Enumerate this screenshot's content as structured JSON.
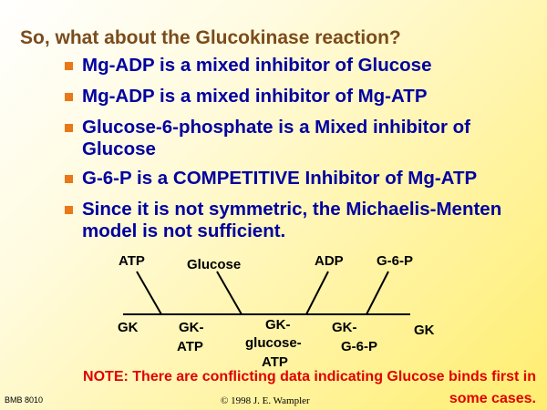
{
  "title": "So, what about the Glucokinase reaction?",
  "bullets": [
    "Mg-ADP is a mixed inhibitor of Glucose",
    "Mg-ADP is a mixed inhibitor of Mg-ATP",
    "Glucose-6-phosphate is a Mixed inhibitor of Glucose",
    "G-6-P is a COMPETITIVE Inhibitor of Mg-ATP",
    "Since it is not symmetric, the Michaelis-Menten model is not sufficient."
  ],
  "diagram": {
    "top_labels": [
      "ATP",
      "Glucose",
      "ADP",
      "G-6-P"
    ],
    "states": [
      {
        "line1": "GK",
        "line2": ""
      },
      {
        "line1": "GK-",
        "line2": "ATP"
      },
      {
        "line1": "GK-",
        "line2": "glucose-",
        "line3": "ATP"
      },
      {
        "line1": "GK-",
        "line2": "G-6-P"
      },
      {
        "line1": "GK",
        "line2": ""
      }
    ]
  },
  "note": "NOTE: There are conflicting data indicating Glucose binds first in some cases.",
  "footer": {
    "left": "BMB 8010",
    "center": "© 1998 J. E. Wampler"
  },
  "colors": {
    "title": "#7a4c1c",
    "bullet_text": "#0000a0",
    "bullet_marker": "#e87818",
    "note": "#e00000"
  }
}
